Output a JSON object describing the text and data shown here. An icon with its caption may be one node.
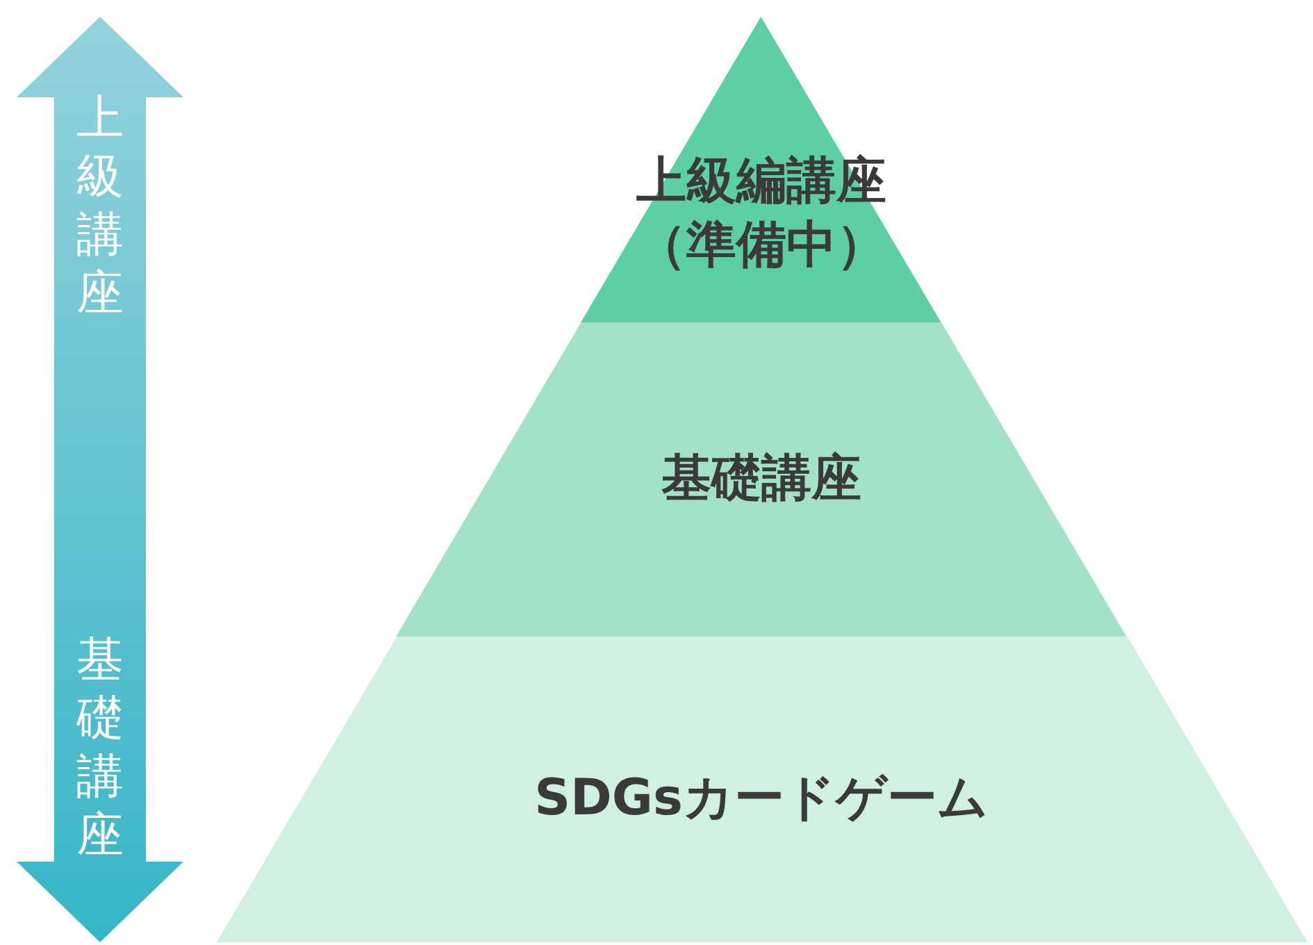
{
  "diagram": {
    "nodes": [
      {
        "text": [
          "上級編講座（準備中）"
        ]
      },
      {
        "text": [
          "基礎講座"
        ]
      },
      {
        "text": [
          "SDGsカードゲーム"
        ]
      }
    ],
    "labels": [
      "上級講座",
      "基礎講座"
    ]
  }
}
